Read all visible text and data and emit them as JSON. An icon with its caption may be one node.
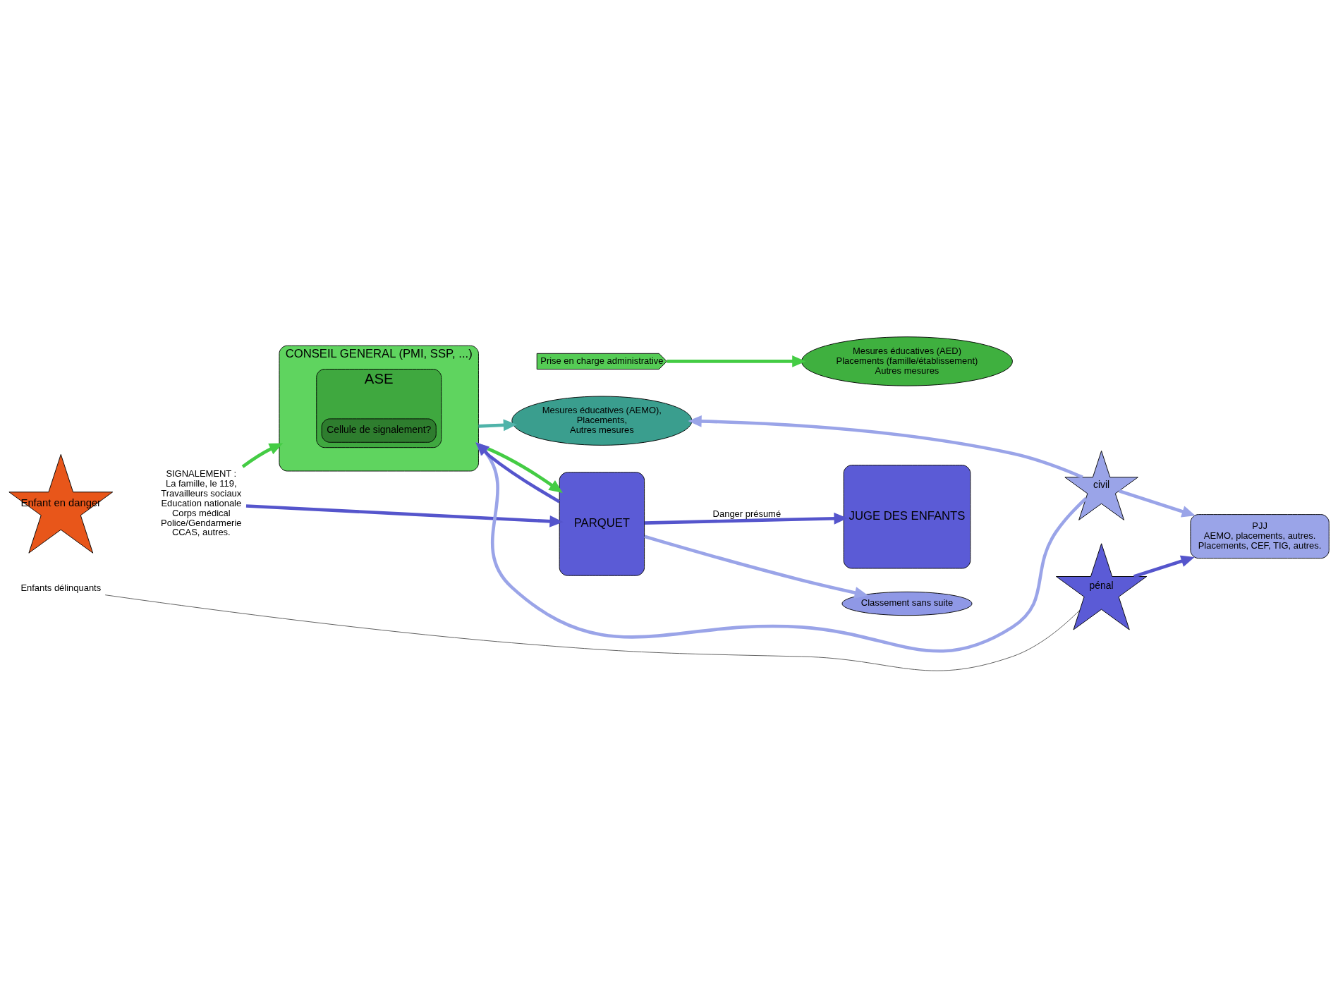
{
  "diagram": {
    "nodes": [
      {
        "text": [
          "Enfant en danger"
        ]
      },
      {
        "text": [
          "SIGNALEMENT :",
          "La famille, le 119,",
          "Travailleurs sociaux",
          "Education nationale",
          "Corps médical",
          "Police/Gendarmerie",
          "CCAS, autres."
        ]
      },
      {
        "text": [
          "Prise en charge administrative"
        ]
      },
      {
        "text": [
          "Mesures éducatives (AED)",
          "Placements (famille/établissement)",
          "Autres mesures"
        ]
      },
      {
        "text": [
          "CONSEIL GENERAL (PMI, SSP, ...)"
        ]
      },
      {
        "text": [
          "ASE"
        ],
        "in": 4
      },
      {
        "text": [
          "Cellule de signalement?"
        ],
        "in": 5
      },
      {
        "text": [
          "Mesures éducatives (AEMO),",
          "Placements,",
          "Autres mesures"
        ]
      },
      {
        "text": [
          "civil"
        ]
      },
      {
        "text": [
          "PARQUET"
        ]
      },
      {
        "text": [
          "JUGE DES ENFANTS"
        ]
      },
      {
        "text": [
          "pénal"
        ]
      },
      {
        "text": [
          "PJJ",
          "AEMO, placements, autres.",
          "Placements, CEF, TIG, autres."
        ]
      },
      {
        "text": [
          "Classement sans suite"
        ]
      },
      {
        "text": [
          "Enfants délinquants"
        ]
      }
    ],
    "edges": [
      {
        "from": 1,
        "to": 4,
        "arrow": "to",
        "color": "#44cc44"
      },
      {
        "from": 1,
        "to": 9,
        "arrow": "to"
      },
      {
        "from": 2,
        "to": 3,
        "arrow": "to",
        "color": "#44cc44"
      },
      {
        "from": 4,
        "to": 9,
        "arrow": "to",
        "color": "#44cc44"
      },
      {
        "from": 9,
        "to": 4,
        "arrow": "to"
      },
      {
        "from": 4,
        "to": 7,
        "arrow": "to",
        "color": "#4fb3a9"
      },
      {
        "from": 8,
        "to": 4,
        "arrow": "to",
        "color": "#9aa4e8"
      },
      {
        "from": 8,
        "to": 7,
        "arrow": "to",
        "color": "#9aa4e8"
      },
      {
        "from": 9,
        "to": 10,
        "arrow": "to",
        "label": "Danger présumé"
      },
      {
        "from": 8,
        "to": 12,
        "arrow": "to",
        "color": "#9aa4e8"
      },
      {
        "from": 11,
        "to": 12,
        "arrow": "to"
      },
      {
        "from": 9,
        "to": 13,
        "arrow": "to",
        "color": "#9aa4e8"
      },
      {
        "from": 14,
        "to": 11,
        "arrow": "none",
        "color": "#555555"
      }
    ]
  }
}
